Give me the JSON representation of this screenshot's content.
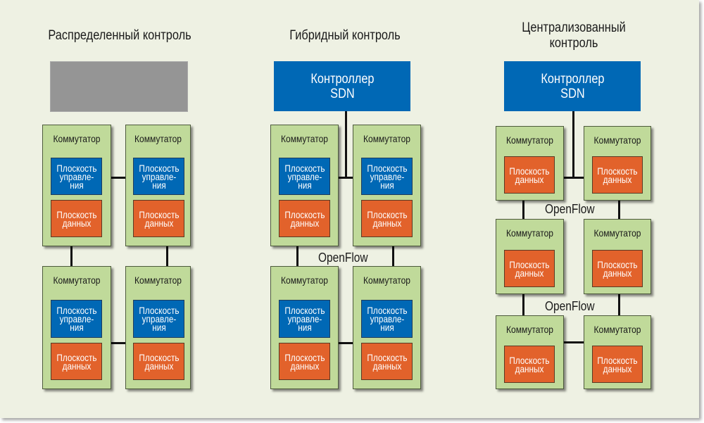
{
  "colors": {
    "background": "#eef1e3",
    "switch_fill": "#c0da9a",
    "control_plane": "#0068b5",
    "data_plane": "#e2622b",
    "controller": "#0068b5",
    "placeholder_gray": "#959595"
  },
  "labels": {
    "switch": "Коммутатор",
    "control_plane": "Плоскость\nуправле-\nния",
    "data_plane": "Плоскость\nданных",
    "controller": "Контроллер\nSDN",
    "openflow": "OpenFlow"
  },
  "columns": [
    {
      "title": "Распределенный контроль",
      "controller": null,
      "switch_count": 4,
      "switch_planes": [
        "control",
        "data"
      ]
    },
    {
      "title": "Гибридный контроль",
      "controller": "Контроллер\nSDN",
      "switch_count": 4,
      "switch_planes": [
        "control",
        "data"
      ],
      "protocol": "OpenFlow"
    },
    {
      "title": "Централизованный\nконтроль",
      "controller": "Контроллер\nSDN",
      "switch_count": 6,
      "switch_planes": [
        "data"
      ],
      "protocol": "OpenFlow"
    }
  ]
}
